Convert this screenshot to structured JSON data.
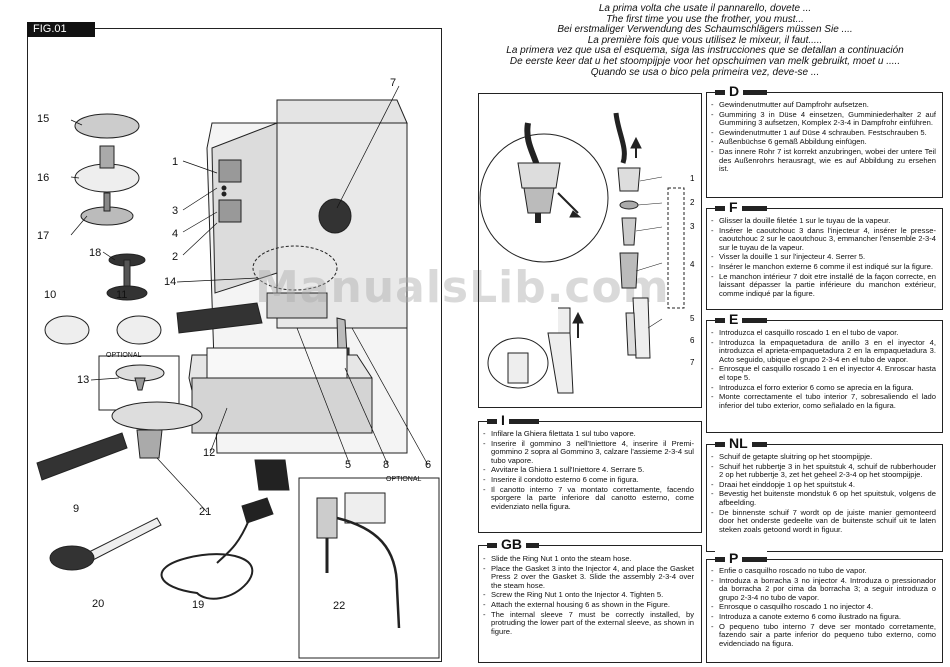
{
  "figure": {
    "label": "FIG.01",
    "callouts": [
      "1",
      "2",
      "3",
      "4",
      "5",
      "6",
      "7",
      "8",
      "9",
      "10",
      "11",
      "12",
      "13",
      "14",
      "15",
      "16",
      "17",
      "18",
      "19",
      "20",
      "21",
      "22"
    ],
    "optional_label_1": "OPTIONAL",
    "optional_label_2": "OPTIONAL"
  },
  "header_lines": [
    "La prima volta che usate il pannarello, dovete ...",
    "The first time you use the frother, you must...",
    "Bei erstmaliger Verwendung des Schaumschlägers müssen Sie ....",
    "La première fois que vous utilisez le mixeur, il faut.....",
    "La primera vez que usa el esquema, siga las instrucciones que se detallan a continuación",
    "De eerste keer dat u het stoompijpje voor het opschuimen van melk gebruikt, moet u .....",
    "Quando se usa o bico pela primeira vez, deve-se ..."
  ],
  "watermark": "ManualsLib.com",
  "sections": {
    "D": {
      "letter": "D",
      "steps": [
        "Gewindenutmutter auf Dampfrohr aufsetzen.",
        "Gummiring 3 in Düse 4 einsetzen, Gumminiederhalter 2 auf Gummiring 3 aufsetzen, Komplex 2-3-4 in Dampfrohr einführen.",
        "Gewindenutmutter 1 auf Düse 4 schrauben. Festschrauben 5.",
        "Außenbüchse 6 gemäß Abbildung einfügen.",
        "Das innere Rohr 7 ist korrekt anzubringen, wobei der untere Teil des Außenrohrs herausragt, wie es auf Abbildung zu ersehen ist."
      ]
    },
    "F": {
      "letter": "F",
      "steps": [
        "Glisser la douille filetée 1 sur le tuyau de la vapeur.",
        "Insérer le caoutchouc 3 dans l'injecteur 4, insérer le presse-caoutchouc 2 sur le caoutchouc 3, emmancher l'ensemble 2-3-4 sur le tuyau de la vapeur.",
        "Visser la douille 1 sur l'injecteur 4. Serrer 5.",
        "Insérer le manchon externe 6 comme il est indiqué sur la figure.",
        "Le manchon intérieur 7 doit etre installé de la façon correcte, en laissant dépasser la partie inférieure du manchon extérieur, comme indiqué par la figure."
      ]
    },
    "E": {
      "letter": "E",
      "steps": [
        "Introduzca el casquillo roscado 1 en el tubo de vapor.",
        "Introduzca la empaquetadura de anillo 3 en el inyector 4, introduzca el aprieta-empaquetadura 2 en la empaquetadura 3. Acto seguido, ubique el grupo 2-3-4 en el tubo de vapor.",
        "Enrosque el casquillo roscado 1 en el inyector 4. Enroscar hasta el tope 5.",
        "Introduzca el forro exterior 6 como se aprecia en la figura.",
        "Monte correctamente el tubo interior 7, sobresaliendo el lado inferior del tubo exterior, como señalado en la figura."
      ]
    },
    "I": {
      "letter": "I",
      "steps": [
        "Infilare la Ghiera filettata 1 sul tubo vapore.",
        "Inserire il gommino 3 nell'Iniettore 4, inserire il Premi-gommino 2 sopra al Gommino 3, calzare l'assieme 2-3-4 sul tubo vapore.",
        "Avvitare la Ghiera 1 sull'Iniettore 4. Serrare 5.",
        "Inserire il condotto esterno 6 come in figura.",
        "Il canotto interno 7 va montato correttamente, facendo sporgere la parte inferiore dal canotto esterno, come evidenziato nella figura."
      ]
    },
    "NL": {
      "letter": "NL",
      "steps": [
        "Schuif de getapte sluitring op het stoompijpje.",
        "Schuif het rubbertje 3 in het spuitstuk 4, schuif de rubberhouder 2 op het rubbertje 3, zet het geheel 2-3-4 op het stoompijpje.",
        "Draai het einddopje 1 op het spuitstuk 4.",
        "Bevestig het buitenste mondstuk 6 op het spuitstuk, volgens de afbeelding.",
        "De binnenste schuif 7 wordt op de juiste manier gemonteerd door het onderste gedeelte van de buitenste schuif uit te laten steken zoals getoond wordt in figuur."
      ]
    },
    "GB": {
      "letter": "GB",
      "steps": [
        "Slide the Ring Nut 1 onto the steam hose.",
        "Place the Gasket 3 into the Injector 4, and place the Gasket Press 2 over the Gasket 3. Slide the assembly 2-3-4 over the steam hose.",
        "Screw the Ring Nut 1 onto the Injector 4. Tighten 5.",
        "Attach the external housing 6 as shown in the Figure.",
        "The internal sleeve 7 must be correctly installed, by protruding the lower part of the external sleeve, as shown in figure."
      ]
    },
    "P": {
      "letter": "P",
      "steps": [
        "Enfie o casquilho roscado no tubo de vapor.",
        "Introduza a borracha 3 no injector 4. Introduza o pressionador da borracha 2 por cima da borracha 3; a seguir introduza o grupo 2-3-4 no tubo de vapor.",
        "Enrosque o casquilho roscado 1 no injector 4.",
        "Introduza a canote externo 6 como ilustrado na figura.",
        "O pequeno tubo interno 7 deve ser montado corretamente, fazendo sair a parte inferior do pequeno tubo externo, como evidenciado na figura."
      ]
    }
  },
  "diagram_labels": [
    "1",
    "2",
    "3",
    "4",
    "5",
    "6",
    "7"
  ]
}
